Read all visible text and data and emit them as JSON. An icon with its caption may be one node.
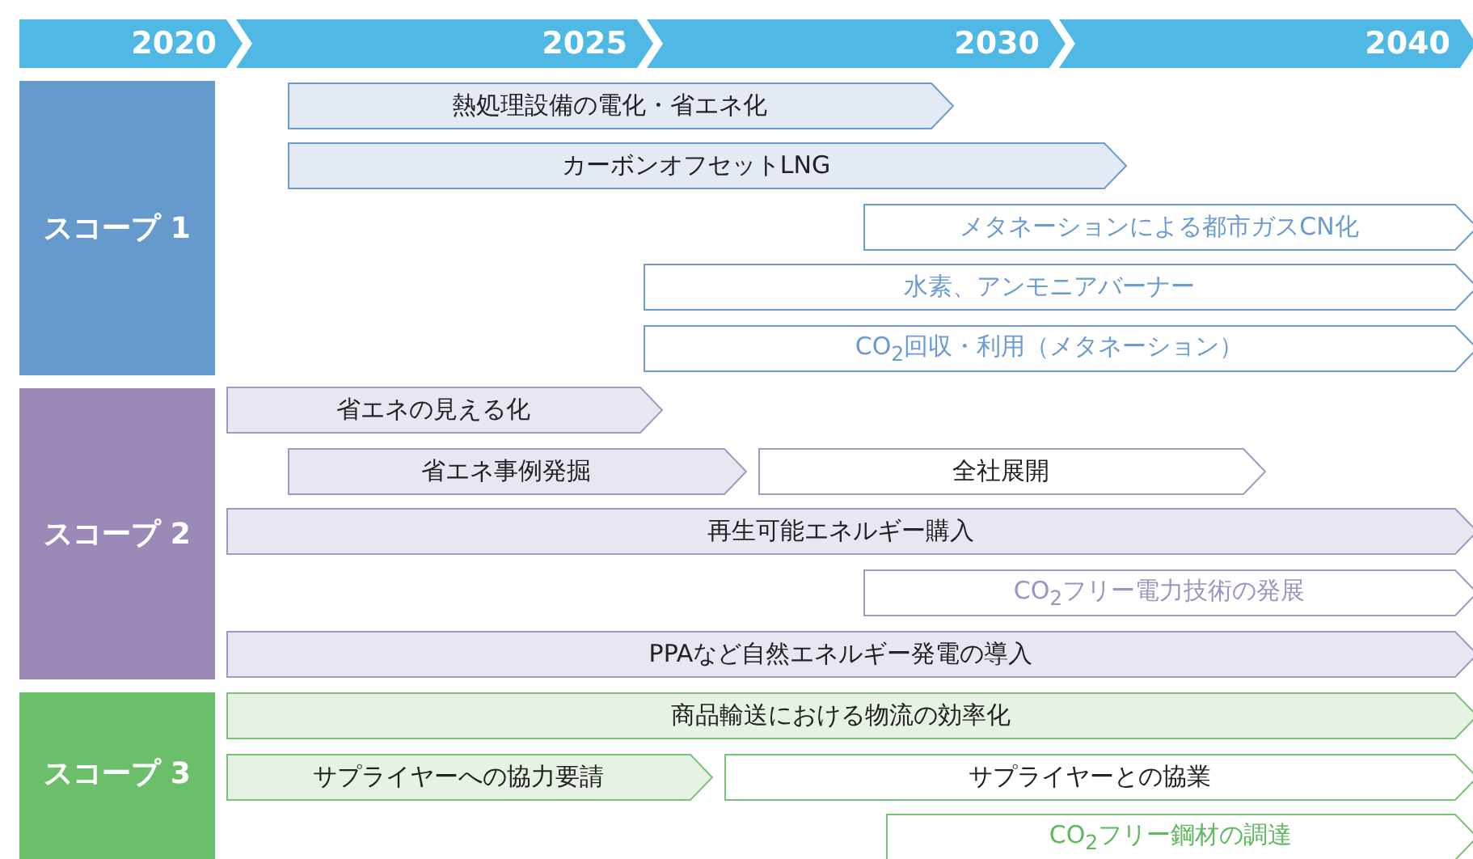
{
  "diagram": {
    "nodes": [
      {
        "text": [
          "スコープ 1"
        ]
      },
      {
        "text": [
          "熱処理設備の電化・省エネ化"
        ]
      },
      {
        "text": [
          "カーボンオフセットLNG"
        ]
      },
      {
        "text": [
          "メタネーションによる都市ガスCN化"
        ]
      },
      {
        "text": [
          "水素、アンモニアバーナー"
        ]
      },
      {
        "text": [
          "CO$_{2}$回収・利用（メタネーション）"
        ]
      },
      {
        "text": [
          "スコープ 2"
        ]
      },
      {
        "text": [
          "省エネの見える化"
        ]
      },
      {
        "text": [
          "省エネ事例発掘"
        ]
      },
      {
        "text": [
          "全社展開"
        ]
      },
      {
        "text": [
          "再生可能エネルギー購入"
        ]
      },
      {
        "text": [
          "CO$_{2}$フリー電力技術の発展"
        ]
      },
      {
        "text": [
          "PPAなど自然エネルギー発電の導入"
        ]
      },
      {
        "text": [
          "スコープ 3"
        ]
      },
      {
        "text": [
          "商品輸送における物流の効率化"
        ]
      },
      {
        "text": [
          "サプライヤーへの協力要請"
        ]
      },
      {
        "text": [
          "サプライヤーとの協業"
        ]
      },
      {
        "text": [
          "CO$_{2}$フリー鋼材の調達"
        ]
      }
    ],
    "labels": [
      "2020",
      "2025",
      "2030",
      "2040"
    ]
  }
}
